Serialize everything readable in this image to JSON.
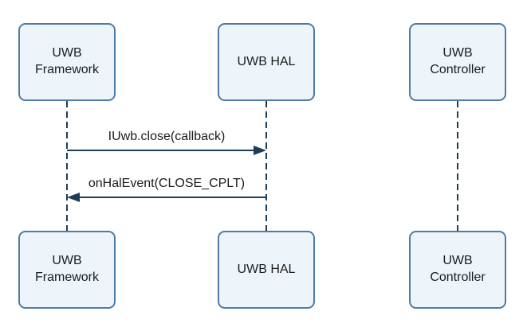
{
  "diagram": {
    "type": "sequence-diagram",
    "colors": {
      "box_fill": "#edf5fb",
      "box_border": "#4e7ba7",
      "line": "#1d3d57",
      "text": "#1b1b1b",
      "background": "#ffffff"
    },
    "lifelines": [
      {
        "id": "uwb-framework",
        "top_label": "UWB\nFramework",
        "bottom_label": "UWB\nFramework"
      },
      {
        "id": "uwb-hal",
        "top_label": "UWB HAL",
        "bottom_label": "UWB HAL"
      },
      {
        "id": "uwb-controller",
        "top_label": "UWB\nController",
        "bottom_label": "UWB\nController"
      }
    ],
    "messages": [
      {
        "label": "IUwb.close(callback)",
        "from": "uwb-framework",
        "to": "uwb-hal",
        "direction": "right",
        "style": "solid"
      },
      {
        "label": "onHalEvent(CLOSE_CPLT)",
        "from": "uwb-hal",
        "to": "uwb-framework",
        "direction": "left",
        "style": "solid"
      }
    ]
  }
}
